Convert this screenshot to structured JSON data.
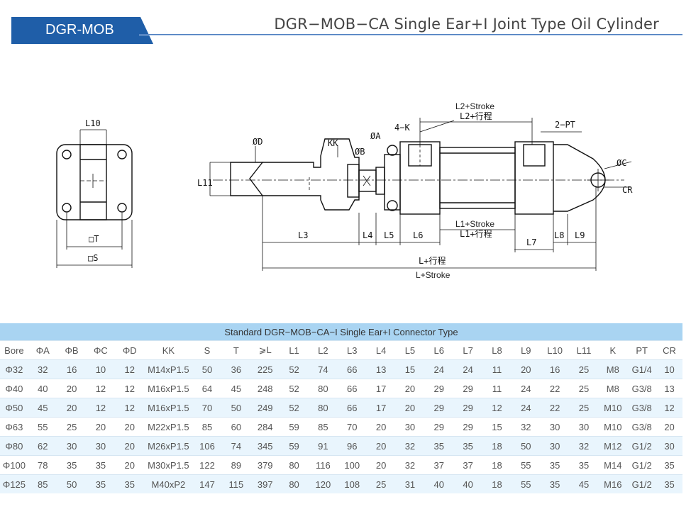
{
  "header": {
    "series_tag": "DGR-MOB",
    "title": "DGR−MOB−CA Single Ear+I Joint Type Oil Cylinder"
  },
  "drawing": {
    "front_labels": {
      "l10": "L10",
      "t": "□T",
      "s": "□S"
    },
    "side_labels": {
      "d": "ØD",
      "kk": "KK",
      "b": "ØB",
      "a": "ØA",
      "k": "4−K",
      "pt": "2−PT",
      "c": "ØC",
      "cr": "CR",
      "l11": "L11",
      "l3": "L3",
      "l4": "L4",
      "l5": "L5",
      "l6": "L6",
      "l7": "L7",
      "l8": "L8",
      "l9": "L9",
      "l2_en": "L2+Stroke",
      "l2_cn": "L2+行程",
      "l1_en": "L1+Stroke",
      "l1_cn": "L1+行程",
      "l_cn": "L+行程",
      "l_en": "L+Stroke"
    }
  },
  "table": {
    "caption": "Standard DGR−MOB−CA−I Single Ear+I Connector Type",
    "columns": [
      "Bore",
      "ΦA",
      "ΦB",
      "ΦC",
      "ΦD",
      "KK",
      "S",
      "T",
      "⩾L",
      "L1",
      "L2",
      "L3",
      "L4",
      "L5",
      "L6",
      "L7",
      "L8",
      "L9",
      "L10",
      "L11",
      "K",
      "PT",
      "CR"
    ],
    "rows": [
      [
        "Φ32",
        "32",
        "16",
        "10",
        "12",
        "M14xP1.5",
        "50",
        "36",
        "225",
        "52",
        "74",
        "66",
        "13",
        "15",
        "24",
        "24",
        "11",
        "20",
        "16",
        "25",
        "M8",
        "G1/4",
        "10"
      ],
      [
        "Φ40",
        "40",
        "20",
        "12",
        "12",
        "M16xP1.5",
        "64",
        "45",
        "248",
        "52",
        "80",
        "66",
        "17",
        "20",
        "29",
        "29",
        "11",
        "24",
        "22",
        "25",
        "M8",
        "G3/8",
        "13"
      ],
      [
        "Φ50",
        "45",
        "20",
        "12",
        "12",
        "M16xP1.5",
        "70",
        "50",
        "249",
        "52",
        "80",
        "66",
        "17",
        "20",
        "29",
        "29",
        "12",
        "24",
        "22",
        "25",
        "M10",
        "G3/8",
        "12"
      ],
      [
        "Φ63",
        "55",
        "25",
        "20",
        "20",
        "M22xP1.5",
        "85",
        "60",
        "284",
        "59",
        "85",
        "70",
        "20",
        "30",
        "29",
        "29",
        "15",
        "32",
        "30",
        "30",
        "M10",
        "G3/8",
        "20"
      ],
      [
        "Φ80",
        "62",
        "30",
        "30",
        "20",
        "M26xP1.5",
        "106",
        "74",
        "345",
        "59",
        "91",
        "96",
        "20",
        "32",
        "35",
        "35",
        "18",
        "50",
        "30",
        "32",
        "M12",
        "G1/2",
        "30"
      ],
      [
        "Φ100",
        "78",
        "35",
        "35",
        "20",
        "M30xP1.5",
        "122",
        "89",
        "379",
        "80",
        "116",
        "100",
        "20",
        "32",
        "37",
        "37",
        "18",
        "55",
        "35",
        "35",
        "M14",
        "G1/2",
        "35"
      ],
      [
        "Φ125",
        "85",
        "50",
        "35",
        "35",
        "M40xP2",
        "147",
        "115",
        "397",
        "80",
        "120",
        "108",
        "25",
        "31",
        "40",
        "40",
        "18",
        "55",
        "35",
        "45",
        "M16",
        "G1/2",
        "35"
      ]
    ]
  }
}
